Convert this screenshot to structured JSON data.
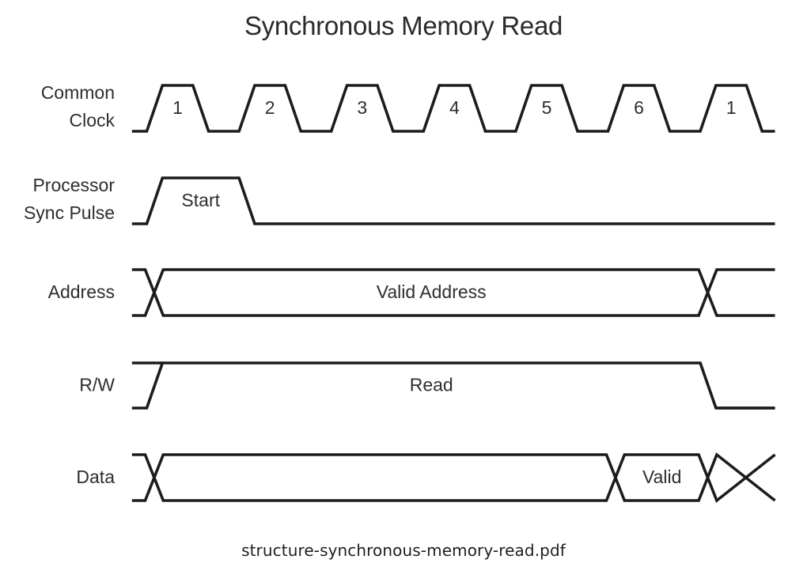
{
  "title": "Synchronous Memory Read",
  "caption": "structure-synchronous-memory-read.pdf",
  "colors": {
    "line": "#1c1c1c",
    "text": "#2e2e2e",
    "background": "#ffffff"
  },
  "timing": {
    "time_unit": "clock cycle",
    "range": [
      -0.16,
      6.81
    ],
    "transition_duration": 0.17,
    "signals": [
      {
        "id": "clock",
        "label_lines": [
          "Common",
          "Clock"
        ],
        "type": "clock",
        "initial": "low",
        "pulses": [
          {
            "rise": 0,
            "fall": 0.5,
            "label": "1"
          },
          {
            "rise": 1,
            "fall": 1.5,
            "label": "2"
          },
          {
            "rise": 2,
            "fall": 2.5,
            "label": "3"
          },
          {
            "rise": 3,
            "fall": 3.5,
            "label": "4"
          },
          {
            "rise": 4,
            "fall": 4.5,
            "label": "5"
          },
          {
            "rise": 5,
            "fall": 5.5,
            "label": "6"
          },
          {
            "rise": 6,
            "fall": 6.5,
            "label": "1"
          }
        ]
      },
      {
        "id": "sync",
        "label_lines": [
          "Processor",
          "Sync Pulse"
        ],
        "type": "clock",
        "initial": "low",
        "pulses": [
          {
            "rise": 0,
            "fall": 1,
            "label": "Start"
          }
        ]
      },
      {
        "id": "address",
        "label_lines": [
          "Address"
        ],
        "type": "bus",
        "crossovers": [
          0,
          6
        ],
        "segments": [
          {
            "from": 0,
            "to": 6,
            "label": "Valid Address"
          }
        ]
      },
      {
        "id": "rw",
        "label_lines": [
          "R/W"
        ],
        "type": "level",
        "initial": "low",
        "transitions": [
          {
            "at": 0,
            "to": "high"
          },
          {
            "at": 6,
            "to": "low"
          }
        ],
        "segments": [
          {
            "from": 0,
            "to": 6,
            "label": "Read"
          }
        ]
      },
      {
        "id": "data",
        "label_lines": [
          "Data"
        ],
        "type": "bus",
        "crossovers": [
          0,
          5,
          6
        ],
        "segments": [
          {
            "from": 5,
            "to": 6,
            "label": "Valid"
          }
        ]
      }
    ]
  }
}
